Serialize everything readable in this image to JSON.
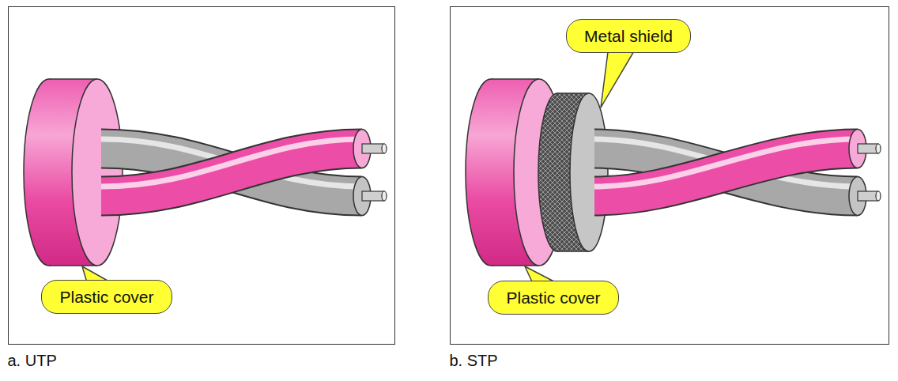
{
  "diagram": {
    "nodes": [
      {
        "text": [
          "a. UTP"
        ]
      },
      {
        "text": [
          "Plastic cover"
        ],
        "in": 0
      },
      {
        "text": [
          "b. STP"
        ]
      },
      {
        "text": [
          "Metal shield"
        ],
        "in": 2
      },
      {
        "text": [
          "Plastic cover"
        ],
        "in": 2
      }
    ]
  }
}
